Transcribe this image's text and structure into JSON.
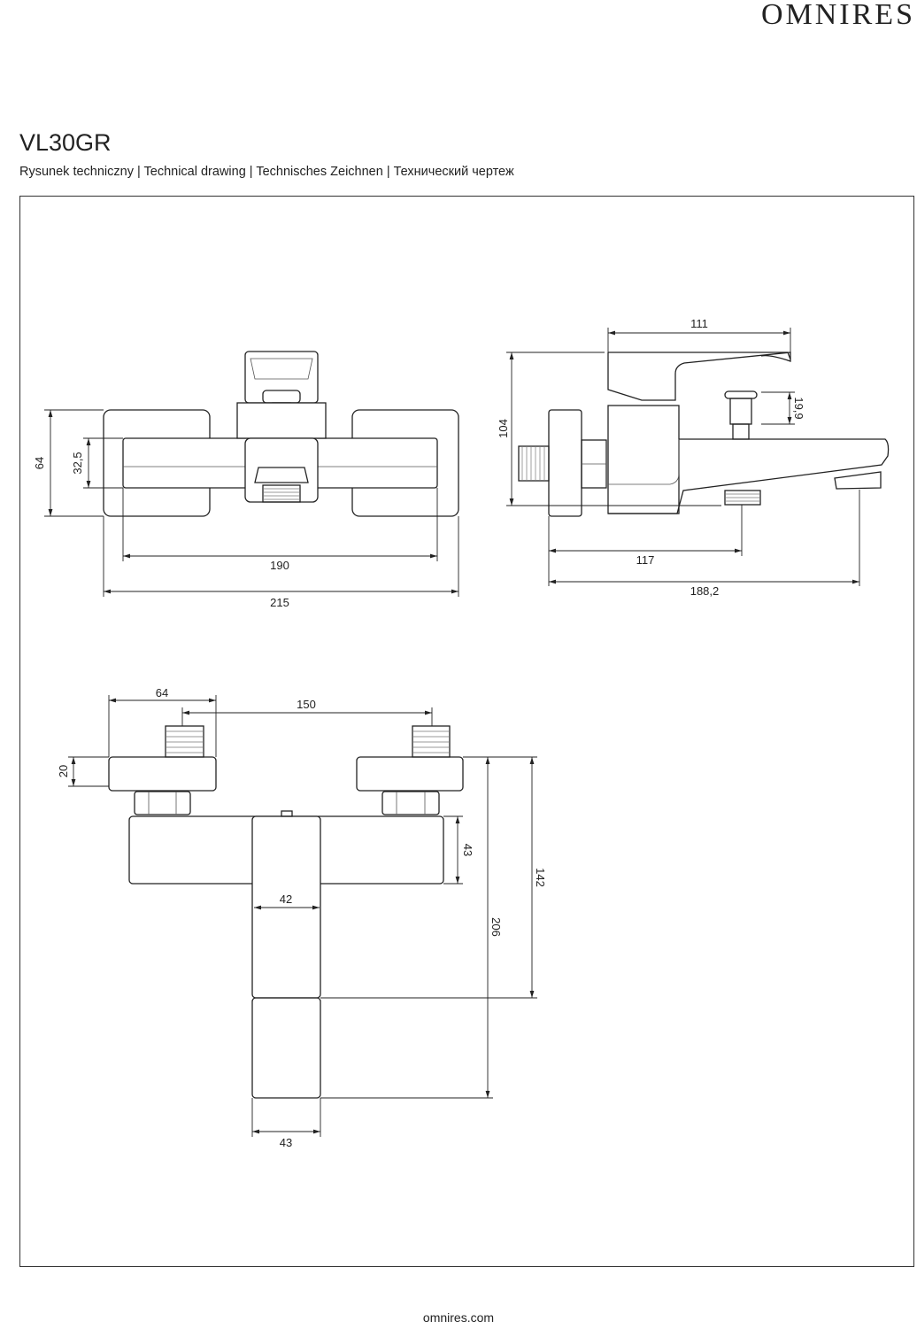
{
  "header": {
    "brand": "OMNIRES",
    "model": "VL30GR",
    "subtitle": "Rysunek techniczny | Technical drawing | Technisches Zeichnen | Технический чертеж"
  },
  "views": {
    "top": {
      "dims": {
        "height_plate": "64",
        "height_body": "32,5",
        "spacing": "190",
        "overall_width": "215"
      }
    },
    "side": {
      "dims": {
        "lever_length": "111",
        "height": "104",
        "diverter": "19,9",
        "outlet_distance": "117",
        "spout_reach": "188,2"
      }
    },
    "front": {
      "dims": {
        "plate_width": "64",
        "connection_spacing": "150",
        "plate_depth": "20",
        "body_height": "43",
        "handle_width": "42",
        "overall_height": "206",
        "handle_height": "142",
        "bottom_width": "43"
      }
    }
  },
  "footer": {
    "website": "omnires.com"
  }
}
